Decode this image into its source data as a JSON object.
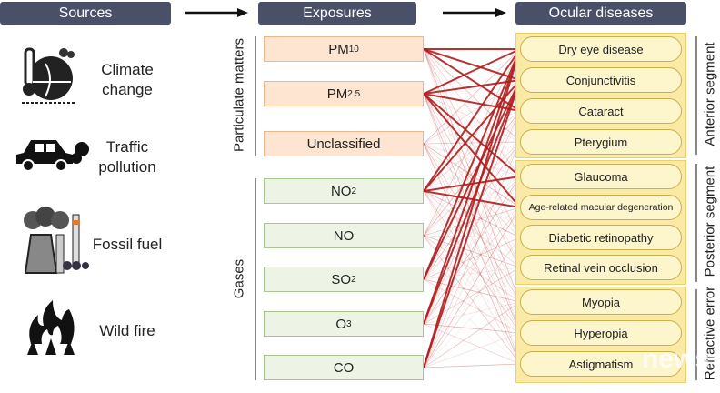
{
  "headers": {
    "sources": "Sources",
    "exposures": "Exposures",
    "diseases": "Ocular diseases"
  },
  "sources": [
    {
      "label": "Climate change",
      "icon": "climate-change-icon"
    },
    {
      "label": "Traffic pollution",
      "icon": "car-exhaust-icon"
    },
    {
      "label": "Fossil fuel",
      "icon": "power-plant-icon"
    },
    {
      "label": "Wild fire",
      "icon": "wildfire-icon"
    }
  ],
  "exposure_groups": {
    "particulate": "Particulate matters",
    "gases": "Gases"
  },
  "exposures": [
    {
      "base": "PM",
      "sub": "10",
      "type": "pm"
    },
    {
      "base": "PM",
      "sub": "2.5",
      "type": "pm"
    },
    {
      "base": "Unclassified",
      "sub": "",
      "type": "pm"
    },
    {
      "base": "NO",
      "sub": "2",
      "type": "gas"
    },
    {
      "base": "NO",
      "sub": "",
      "type": "gas"
    },
    {
      "base": "SO",
      "sub": "2",
      "type": "gas"
    },
    {
      "base": "O",
      "sub": "3",
      "type": "gas"
    },
    {
      "base": "CO",
      "sub": "",
      "type": "gas"
    }
  ],
  "disease_groups": [
    "Anterior segment",
    "Posterior segment",
    "Refractive error"
  ],
  "diseases": [
    "Dry eye disease",
    "Conjunctivitis",
    "Cataract",
    "Pterygium",
    "Glaucoma",
    "Age-related macular degeneration",
    "Diabetic retinopathy",
    "Retinal vein occlusion",
    "Myopia",
    "Hyperopia",
    "Astigmatism"
  ],
  "strong_links": [
    [
      0,
      0
    ],
    [
      0,
      1
    ],
    [
      1,
      0
    ],
    [
      1,
      1
    ],
    [
      1,
      4
    ],
    [
      1,
      5
    ],
    [
      3,
      0
    ],
    [
      3,
      1
    ],
    [
      3,
      4
    ],
    [
      5,
      0
    ],
    [
      5,
      1
    ],
    [
      6,
      0
    ],
    [
      6,
      1
    ],
    [
      7,
      0
    ],
    [
      7,
      1
    ],
    [
      0,
      2
    ],
    [
      1,
      2
    ],
    [
      3,
      5
    ]
  ],
  "colors": {
    "link": "#b01c1c",
    "header": "#4a5068"
  },
  "watermark": "news"
}
